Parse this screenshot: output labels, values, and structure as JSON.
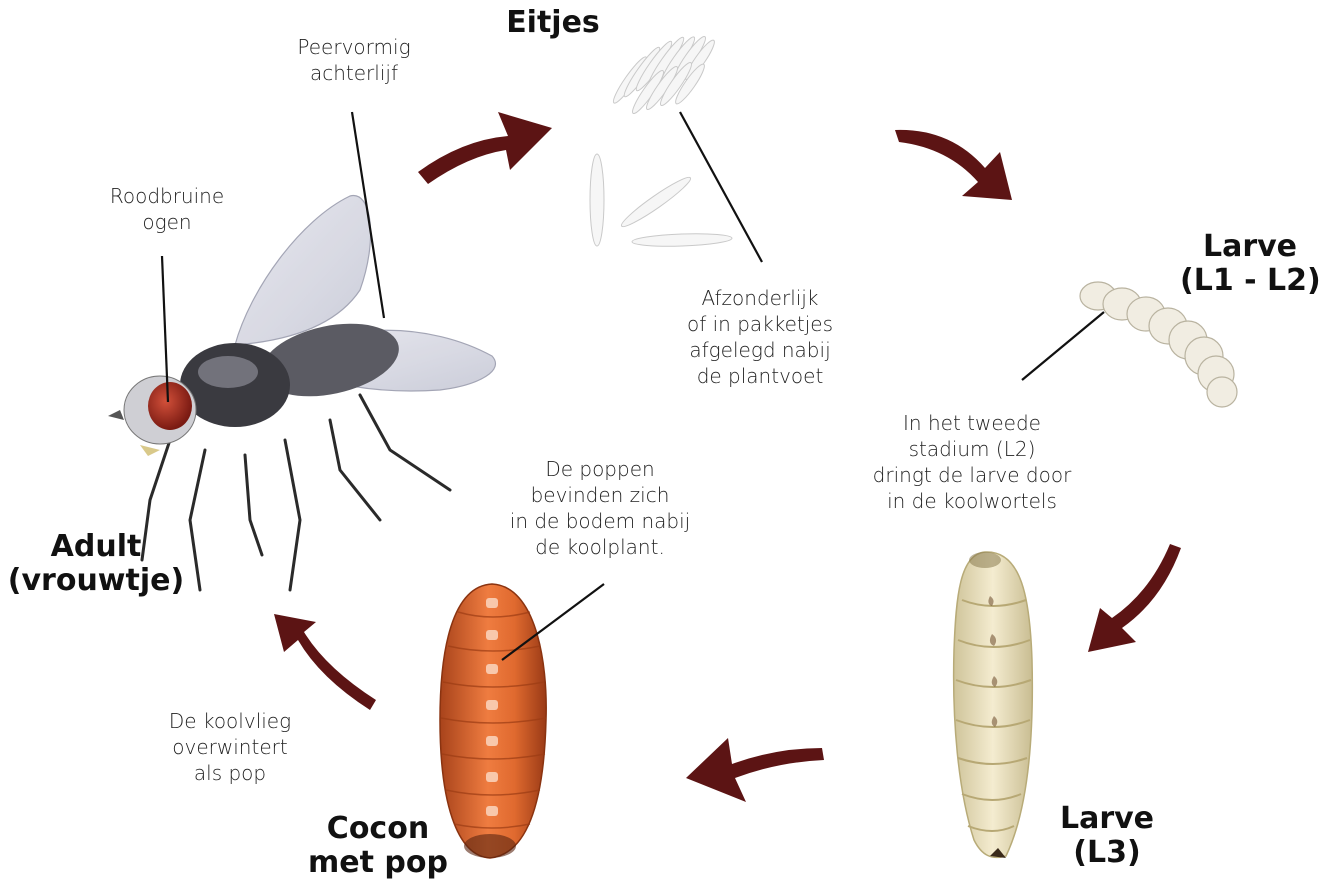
{
  "stages": {
    "eggs": [
      "Eitjes"
    ],
    "larva_l1_l2": [
      "Larve",
      "(L1 - L2)"
    ],
    "larva_l3": [
      "Larve",
      "(L3)"
    ],
    "cocoon": [
      "Cocon",
      "met pop"
    ],
    "adult": [
      "Adult",
      "(vrouwtje)"
    ]
  },
  "annotations": {
    "abdomen": [
      "Peervormig",
      "achterlijf"
    ],
    "eyes": [
      "Roodbruine",
      "ogen"
    ],
    "egg_laying": [
      "Afzonderlijk",
      "of in pakketjes",
      "afgelegd nabij",
      "de plantvoet"
    ],
    "l2_info": [
      "In het tweede",
      "stadium (L2)",
      "dringt de larve door",
      "in de koolwortels"
    ],
    "pupae_info": [
      "De poppen",
      "bevinden zich",
      "in de bodem nabij",
      "de koolplant."
    ],
    "overwinter": [
      "De koolvlieg",
      "overwintert",
      "als pop"
    ]
  },
  "colors": {
    "arrow": "#5c1414",
    "cocoon": "#d8662f",
    "larva": "#ece3bf",
    "fly_eye": "#a3291c"
  }
}
